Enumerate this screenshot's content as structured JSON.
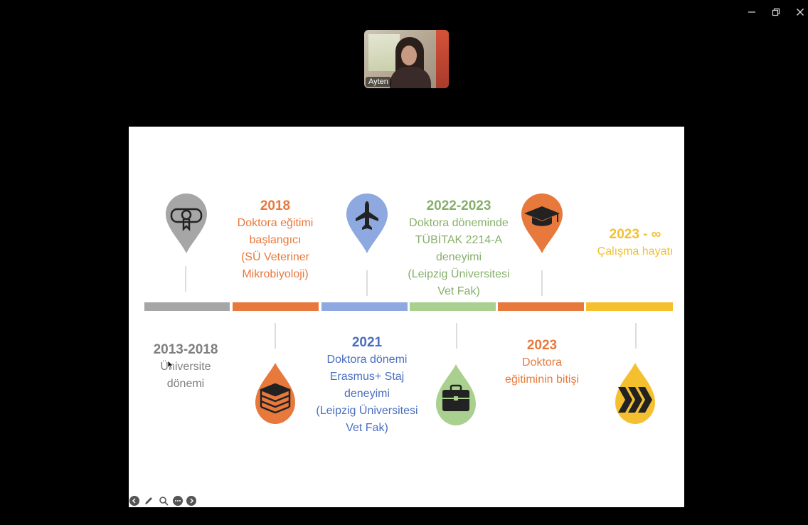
{
  "window": {
    "minimize_symbol": "–",
    "restore_symbol": "❐",
    "close_symbol": "✕"
  },
  "participant": {
    "name": "Ayten"
  },
  "colors": {
    "gray": "#a6a6a6",
    "orange": "#e8793d",
    "blue": "#8ea8e0",
    "green": "#a9d08e",
    "yellow": "#f5c030",
    "dark": "#222222"
  },
  "timeline": {
    "top": [
      {
        "year": "2018",
        "lines": [
          "Doktora eğitimi",
          "başlangıcı",
          "(SÜ Veteriner",
          "Mikrobiyoloji)"
        ]
      },
      {
        "year": "2022-2023",
        "lines": [
          "Doktora döneminde",
          "TÜBİTAK 2214-A",
          "deneyimi",
          "(Leipzig Üniversitesi",
          "Vet Fak)"
        ]
      },
      {
        "year": "2023 - ∞",
        "lines": [
          "Çalışma hayatı"
        ]
      }
    ],
    "bottom": [
      {
        "year": "2013-2018",
        "lines": [
          "Üniversite",
          "dönemi"
        ]
      },
      {
        "year": "2021",
        "lines": [
          "Doktora dönemi",
          "Erasmus+ Staj",
          "deneyimi",
          "(Leipzig Üniversitesi",
          "Vet Fak)"
        ]
      },
      {
        "year": "2023",
        "lines": [
          "Doktora",
          "eğitiminin bitişi"
        ]
      }
    ],
    "icons": {
      "pins": [
        "diploma-icon",
        "airplane-icon",
        "graduation-cap-icon"
      ],
      "drops": [
        "books-icon",
        "briefcase-icon",
        "chevrons-icon"
      ]
    }
  },
  "presenter_toolbar": {
    "items": [
      "previous-slide-icon",
      "pen-icon",
      "zoom-icon",
      "more-options-icon",
      "next-slide-icon"
    ]
  }
}
